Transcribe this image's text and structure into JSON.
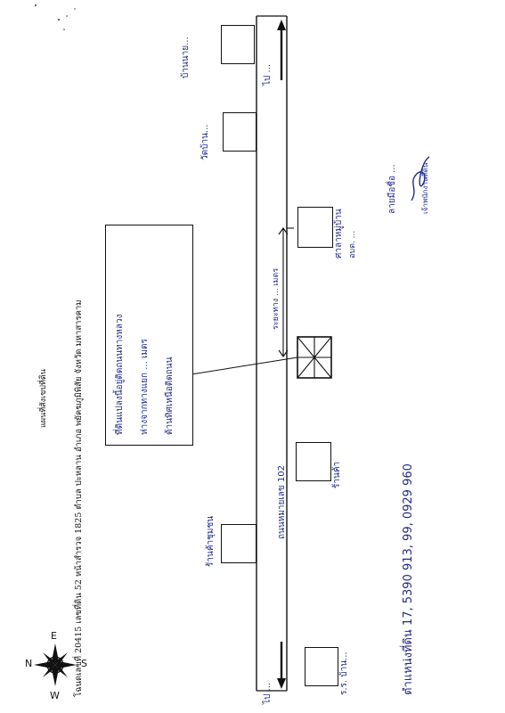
{
  "header": {
    "title": "แผนที่สังเขปที่ดิน",
    "line1": "โฉนดเลขที่ 20415   เลขที่ดิน 52   หน้าสำรวจ 1825   ตำบล ปะหลาน   อำเภอ พยัคฆภูมิพิสัย   จังหวัด มหาสารคาม"
  },
  "road": {
    "name": "ถนนหมายเลข 102",
    "distance": "ระยะทาง ... เมตร",
    "left_end": "ไป ...",
    "right_end": "ไป ..."
  },
  "landmarks": [
    {
      "id": "l1",
      "label": "ร้านค้าชุมชน"
    },
    {
      "id": "l2",
      "label": "บ้านนาย..."
    },
    {
      "id": "l3",
      "label": "ร.ร. บ้าน..."
    },
    {
      "id": "l4",
      "label": "ร้านค้า"
    },
    {
      "id": "l5",
      "label": "ศาลาหมู่บ้าน"
    },
    {
      "id": "l6",
      "label": "วัดบ้าน..."
    },
    {
      "id": "l7",
      "label": "อบต. ..."
    }
  ],
  "note_box": {
    "line1": "ที่ดินแปลงนี้อยู่ติดถนนทางหลวง",
    "line2": "ห่างจากทางแยก ... เมตร",
    "line3": "ด้านทิศเหนือติดถนน"
  },
  "coords": "ตำแหน่งที่ดิน 17, 5390 913, 99, 0929 960",
  "compass": {
    "n": "N",
    "e": "E",
    "s": "S",
    "w": "W"
  },
  "signature": {
    "name": "ลายมือชื่อ ...",
    "position": "เจ้าพนักงานที่ดิน"
  },
  "colors": {
    "ink": "#1f2a8a",
    "line": "#111111"
  }
}
